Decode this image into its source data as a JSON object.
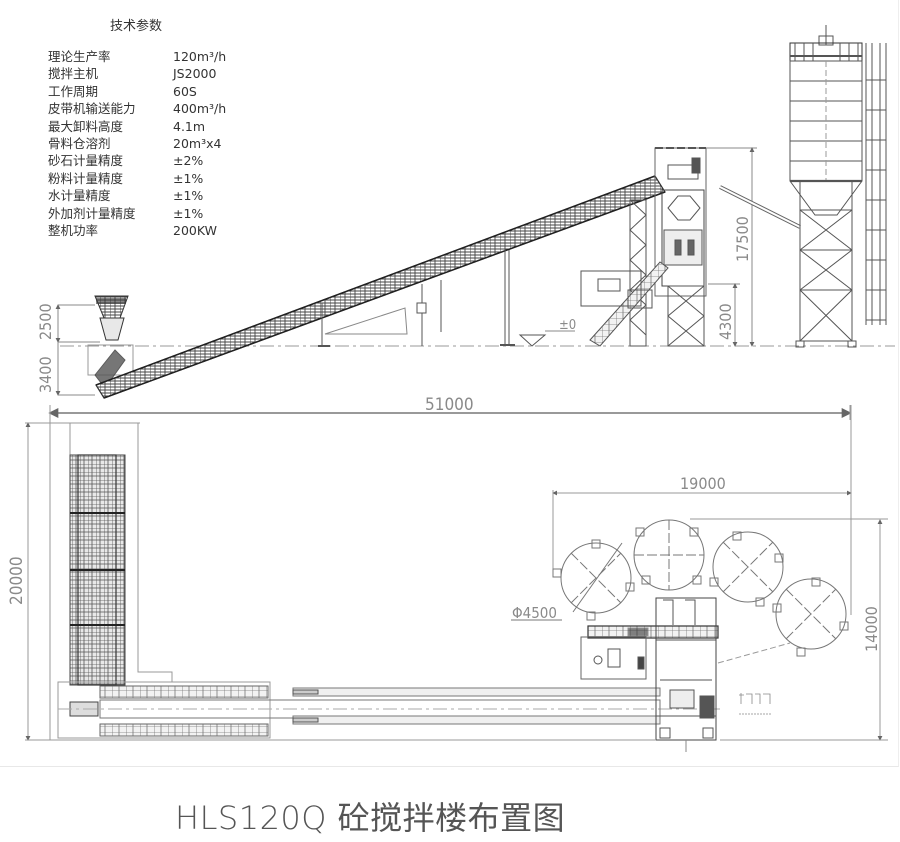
{
  "params": {
    "title": "技术参数",
    "rows": [
      {
        "label": "理论生产率",
        "value": "120m³/h"
      },
      {
        "label": "搅拌主机",
        "value": "JS2000"
      },
      {
        "label": "工作周期",
        "value": "60S"
      },
      {
        "label": "皮带机输送能力",
        "value": "400m³/h"
      },
      {
        "label": "最大卸料高度",
        "value": "4.1m"
      },
      {
        "label": "骨料仓溶剂",
        "value": "20m³x4"
      },
      {
        "label": "砂石计量精度",
        "value": "±2%"
      },
      {
        "label": "粉料计量精度",
        "value": "±1%"
      },
      {
        "label": "水计量精度",
        "value": "±1%"
      },
      {
        "label": "外加剂计量精度",
        "value": "±1%"
      },
      {
        "label": "整机功率",
        "value": "200KW"
      }
    ]
  },
  "dimensions": {
    "elevation_height_tower": "17500",
    "elevation_height_discharge": "4300",
    "hopper_height_top": "2500",
    "hopper_height_bottom": "3400",
    "ground_level": "±0",
    "total_length": "51000",
    "plan_width": "20000",
    "silo_span": "19000",
    "silo_depth": "14000",
    "silo_diameter": "Φ4500"
  },
  "caption": "HLS120Q 砼搅拌楼布置图",
  "colors": {
    "line": "#555555",
    "dim_line": "#9a9a9a",
    "text": "#333333",
    "caption": "#555555"
  }
}
